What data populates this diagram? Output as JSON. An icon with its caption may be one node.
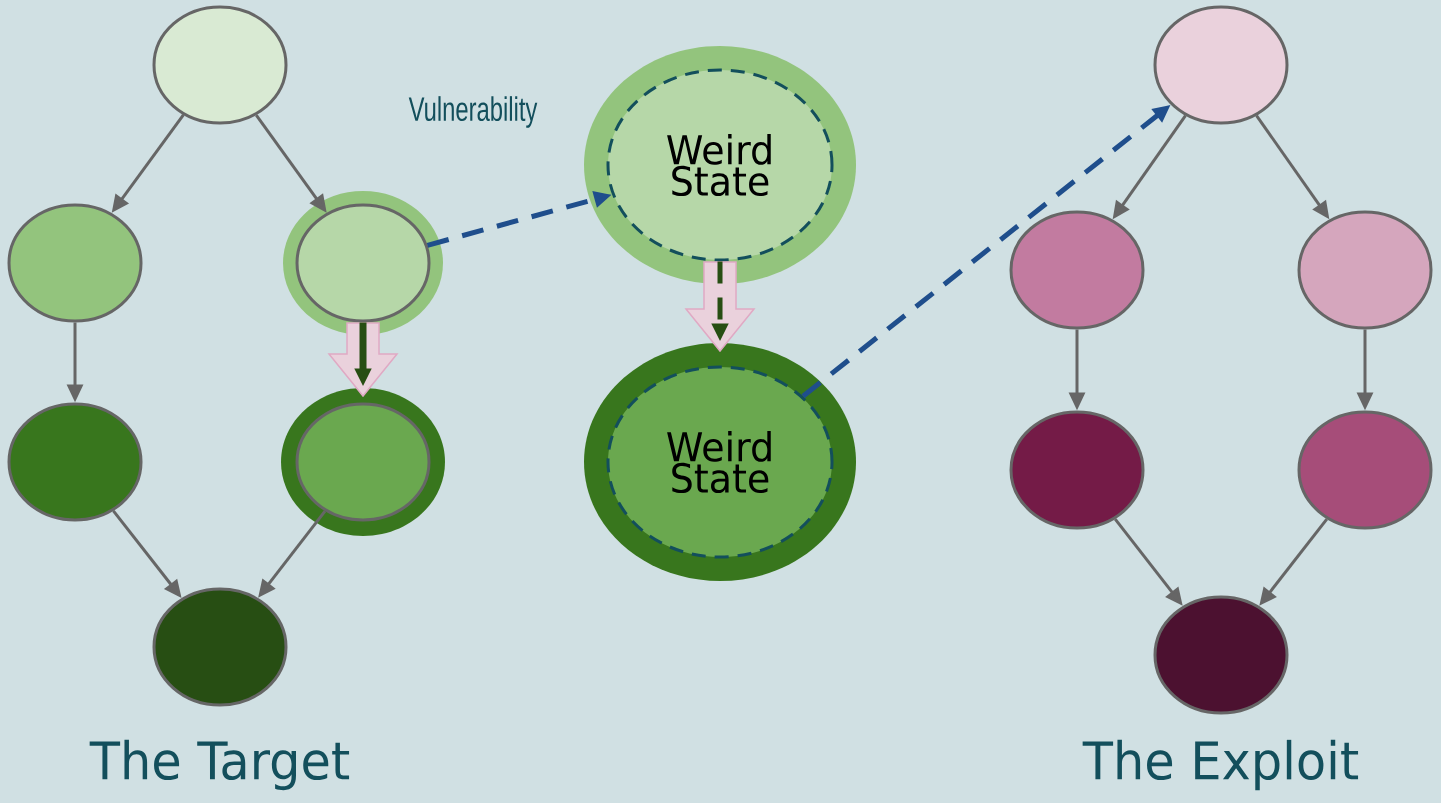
{
  "diagram": {
    "nodes": [
      {
        "text": [],
        "shape": "circle"
      },
      {
        "text": [],
        "shape": "circle"
      },
      {
        "text": [],
        "shape": "circle"
      },
      {
        "text": [],
        "shape": "circle"
      },
      {
        "text": [],
        "shape": "circle"
      },
      {
        "text": [],
        "shape": "circle"
      },
      {
        "text": [
          "Weird State"
        ]
      },
      {
        "text": [
          "Weird State"
        ]
      },
      {
        "text": [],
        "shape": "circle"
      },
      {
        "text": [],
        "shape": "circle"
      },
      {
        "text": [],
        "shape": "circle"
      },
      {
        "text": [],
        "shape": "circle"
      },
      {
        "text": [],
        "shape": "circle"
      },
      {
        "text": [],
        "shape": "circle"
      }
    ],
    "edges": [
      {
        "from": 0,
        "to": 1,
        "arrow": "to"
      },
      {
        "from": 0,
        "to": 2,
        "arrow": "to"
      },
      {
        "from": 1,
        "to": 3,
        "arrow": "to"
      },
      {
        "from": 3,
        "to": 5,
        "arrow": "to"
      },
      {
        "from": 4,
        "to": 5,
        "arrow": "to"
      },
      {
        "from": 2,
        "to": 4,
        "arrow": "to",
        "style": "thick",
        "color": "#274e13"
      },
      {
        "from": 2,
        "to": 6,
        "arrow": "to",
        "label": "Vulnerability",
        "style": "dashed",
        "color": "#1f4e8c"
      },
      {
        "from": 6,
        "to": 7,
        "arrow": "to",
        "style": "dashed",
        "color": "#274e13"
      },
      {
        "from": 7,
        "to": 8,
        "arrow": "to",
        "style": "dashed",
        "color": "#1f4e8c"
      },
      {
        "from": 8,
        "to": 9,
        "arrow": "to"
      },
      {
        "from": 8,
        "to": 10,
        "arrow": "to"
      },
      {
        "from": 9,
        "to": 11,
        "arrow": "to"
      },
      {
        "from": 10,
        "to": 12,
        "arrow": "to"
      },
      {
        "from": 11,
        "to": 13,
        "arrow": "to"
      },
      {
        "from": 12,
        "to": 13,
        "arrow": "to"
      }
    ],
    "labels": [
      "The Target",
      "The Exploit"
    ]
  }
}
